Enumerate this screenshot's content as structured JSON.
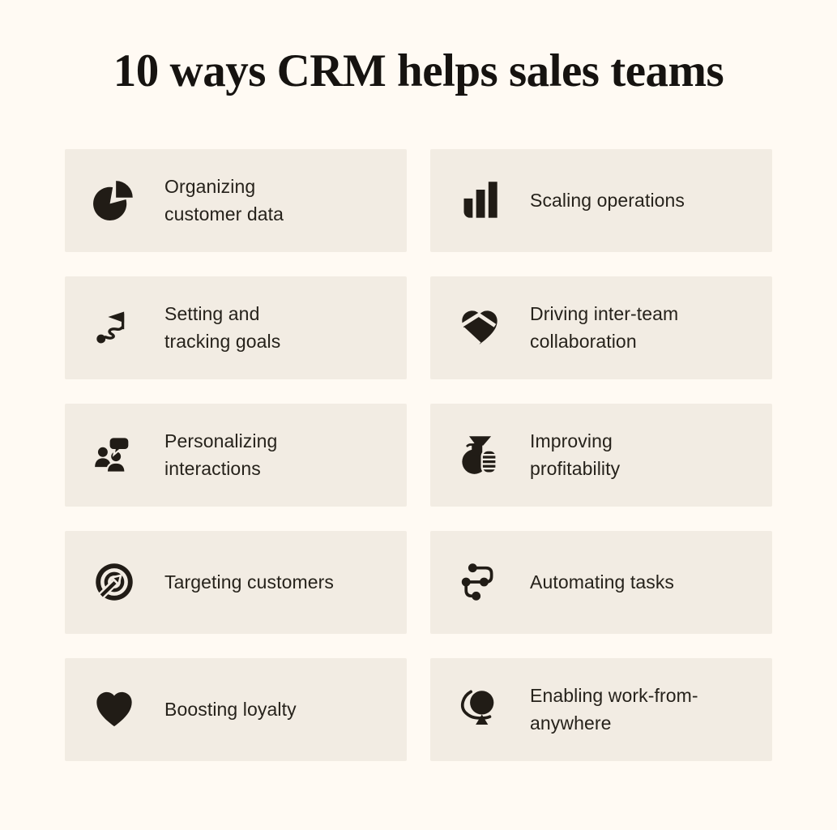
{
  "page": {
    "background_color": "#FFFAF3",
    "card_background_color": "#F2ECE3",
    "ink_color": "#211C16"
  },
  "title": "10 ways CRM helps sales teams",
  "cards": [
    {
      "icon": "pie-chart-icon",
      "label": "Organizing\ncustomer data"
    },
    {
      "icon": "bar-chart-icon",
      "label": "Scaling operations"
    },
    {
      "icon": "goal-flag-icon",
      "label": "Setting and\ntracking goals"
    },
    {
      "icon": "collaboration-heart-icon",
      "label": "Driving inter-team\ncollaboration"
    },
    {
      "icon": "people-chat-icon",
      "label": "Personalizing\ninteractions"
    },
    {
      "icon": "money-bag-icon",
      "label": "Improving\nprofitability"
    },
    {
      "icon": "target-arrow-icon",
      "label": "Targeting customers"
    },
    {
      "icon": "workflow-nodes-icon",
      "label": "Automating tasks"
    },
    {
      "icon": "heart-icon",
      "label": "Boosting loyalty"
    },
    {
      "icon": "globe-icon",
      "label": "Enabling work-from-\nanywhere"
    }
  ]
}
